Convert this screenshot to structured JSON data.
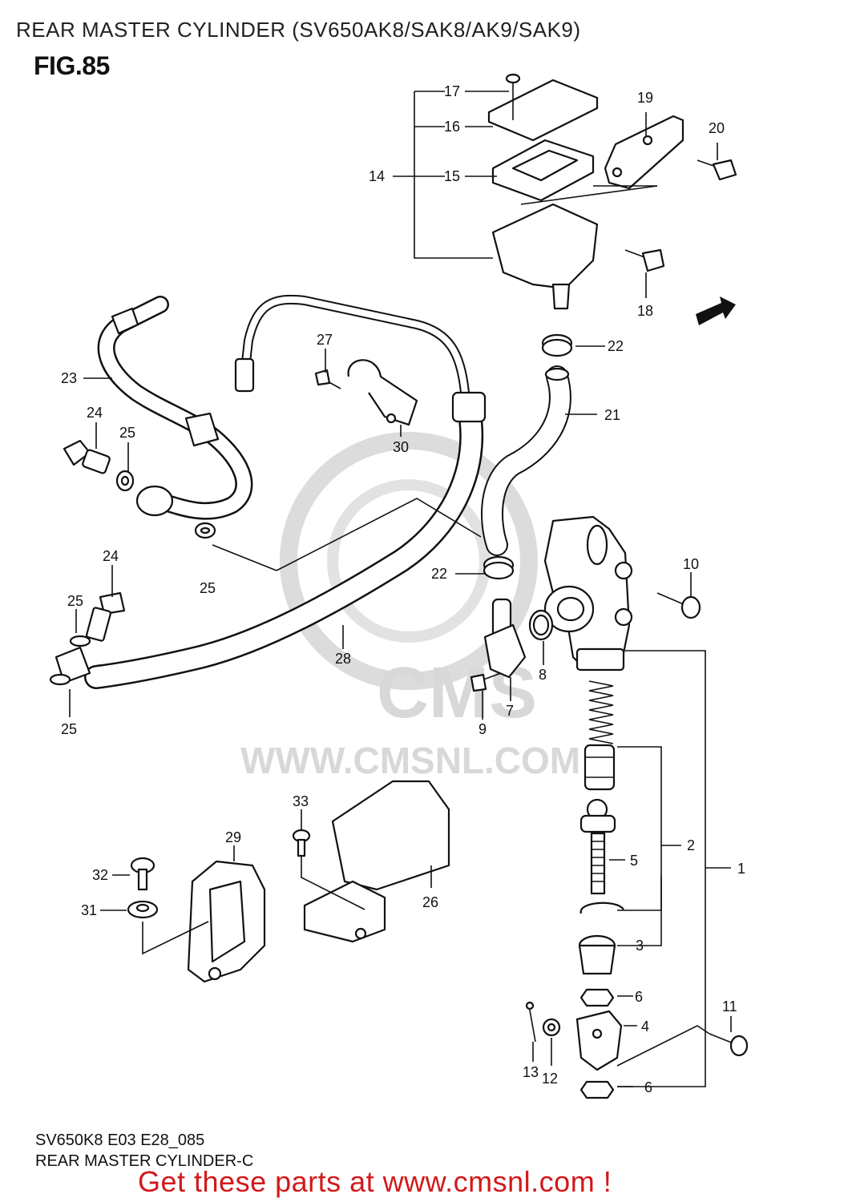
{
  "header": {
    "title": "REAR MASTER CYLINDER (SV650AK8/SAK8/AK9/SAK9)",
    "figure": "FIG.85"
  },
  "footer": {
    "code": "SV650K8 E03 E28_085",
    "caption": "REAR MASTER CYLINDER-C",
    "cta": "Get these parts at www.cmsnl.com !"
  },
  "watermark": {
    "brand": "CMS",
    "url": "WWW.CMSNL.COM"
  },
  "callouts": {
    "c17": "17",
    "c16": "16",
    "c14": "14",
    "c15": "15",
    "c19": "19",
    "c20": "20",
    "c18": "18",
    "c22a": "22",
    "c23": "23",
    "c27": "27",
    "c21": "21",
    "c24a": "24",
    "c25a": "25",
    "c30": "30",
    "c25b": "25",
    "c24b": "24",
    "c22b": "22",
    "c10": "10",
    "c25c": "25",
    "c28": "28",
    "c8": "8",
    "c25d": "25",
    "c9": "9",
    "c7": "7",
    "c33": "33",
    "c29": "29",
    "c2": "2",
    "c5": "5",
    "c1": "1",
    "c32": "32",
    "c26": "26",
    "c31": "31",
    "c3": "3",
    "c6a": "6",
    "c11": "11",
    "c4": "4",
    "c13": "13",
    "c12": "12",
    "c6b": "6"
  },
  "colors": {
    "cta": "#d2191b",
    "watermark": "#d8d8d8",
    "line": "#111111"
  }
}
